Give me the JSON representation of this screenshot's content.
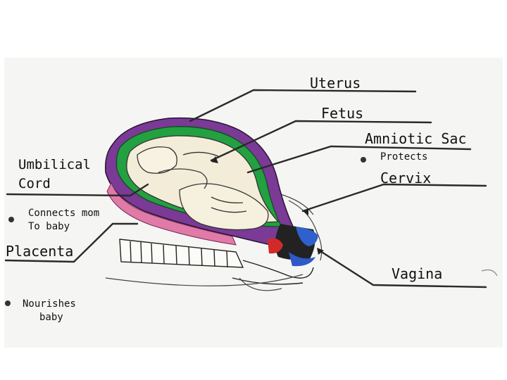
{
  "labels": {
    "uterus": "Uterus",
    "fetus": "Fetus",
    "amniotic_sac": "Amniotic Sac",
    "amniotic_note": "Protects",
    "umbilical_line1": "Umbilical",
    "umbilical_line2": "Cord",
    "umbilical_note_line1": "Connects mom",
    "umbilical_note_line2": "To baby",
    "cervix": "Cervix",
    "placenta": "Placenta",
    "placenta_note_line1": "Nourishes",
    "placenta_note_line2": "baby",
    "vagina": "Vagina"
  },
  "colors": {
    "uterus_wall": "#6b2f8a",
    "amniotic_green": "#1f9a3a",
    "placenta_pink": "#e27aa6",
    "cervix_blue": "#2f58c8",
    "cervix_red": "#d42a2a",
    "fetus_fill": "#f3ecd9",
    "paper": "#f4f4f2"
  }
}
